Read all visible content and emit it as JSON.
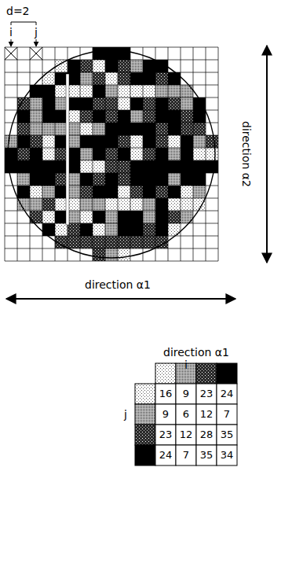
{
  "diagram": {
    "labels": [
      "d=2",
      "i",
      "j",
      "direction α2",
      "direction α1",
      "direction α1",
      "i",
      "j",
      "16",
      "9",
      "23",
      "24",
      "9",
      "6",
      "12",
      "7",
      "23",
      "12",
      "28",
      "35",
      "24",
      "7",
      "35",
      "34"
    ]
  }
}
